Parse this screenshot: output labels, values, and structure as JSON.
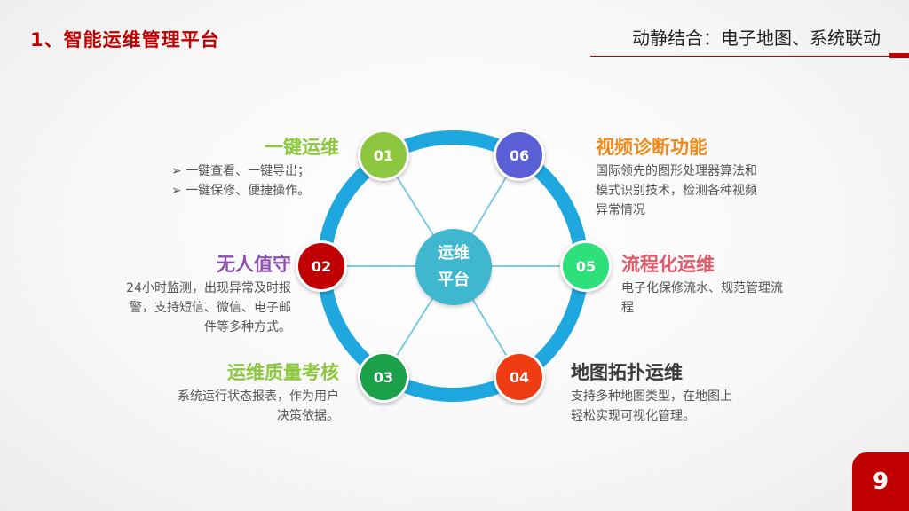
{
  "header": {
    "title": "1、智能运维管理平台",
    "subtitle": "动静结合：电子地图、系统联动"
  },
  "center": {
    "line1": "运维",
    "line2": "平台"
  },
  "nodes": [
    {
      "num": "01",
      "color": "#8dc63f",
      "title": "一键运维",
      "title_color": "#8dc63f",
      "lines": [
        "一键查看、一键导出；",
        "一键保修、便捷操作。"
      ]
    },
    {
      "num": "02",
      "color": "#c00000",
      "title": "无人值守",
      "title_color": "#8e4fae",
      "lines": [
        "24小时监测，出现异常及时报",
        "警，支持短信、微信、电子邮",
        "件等多种方式。"
      ]
    },
    {
      "num": "03",
      "color": "#1aa14a",
      "title": "运维质量考核",
      "title_color": "#8dc63f",
      "lines": [
        "系统运行状态报表，作为用户",
        "决策依据。"
      ]
    },
    {
      "num": "04",
      "color": "#f03c13",
      "title": "地图拓扑运维",
      "title_color": "#3a3a3a",
      "lines": [
        "支持多种地图类型，在地图上",
        "轻松实现可视化管理。"
      ]
    },
    {
      "num": "05",
      "color": "#2ee07a",
      "title": "流程化运维",
      "title_color": "#e05a6a",
      "lines": [
        "电子化保修流水、规范管理流",
        "程"
      ]
    },
    {
      "num": "06",
      "color": "#5b5fd6",
      "title": "视频诊断功能",
      "title_color": "#f08a1c",
      "lines": [
        "国际领先的图形处理器算法和",
        "模式识别技术，检测各种视频",
        "异常情况"
      ]
    }
  ],
  "ring_color": "#1fa8e0",
  "page_number": "9"
}
